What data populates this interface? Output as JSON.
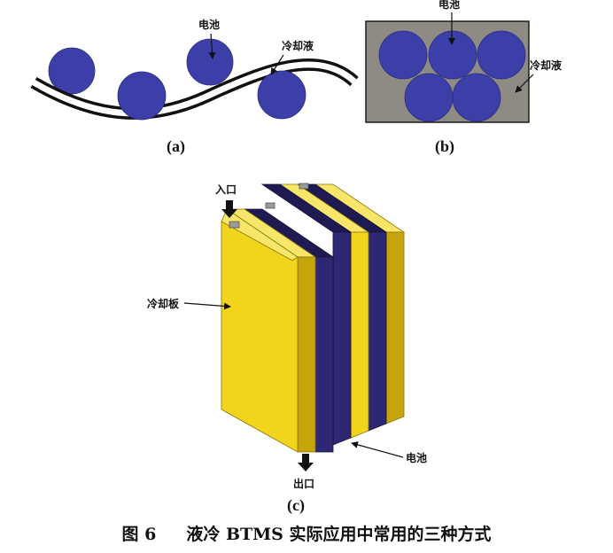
{
  "panels": {
    "a": {
      "battery_label": "电池",
      "coolant_label": "冷却液",
      "sublabel": "(a)"
    },
    "b": {
      "battery_label": "电池",
      "coolant_label": "冷却液",
      "sublabel": "(b)"
    },
    "c": {
      "inlet_label": "入口",
      "outlet_label": "出口",
      "plate_label": "冷却板",
      "battery_label": "电池",
      "sublabel": "(c)"
    }
  },
  "caption": {
    "number": "图 6",
    "text": "液冷 BTMS 实际应用中常用的三种方式"
  },
  "colors": {
    "battery": "#3c3fa8",
    "plate_front": "#f1d51c",
    "plate_side": "#c5a40c",
    "plate_top": "#f7e66a",
    "cell_front": "#2e2773",
    "cell_side": "#1e1a52",
    "coolant_box": "#8e8a84"
  }
}
